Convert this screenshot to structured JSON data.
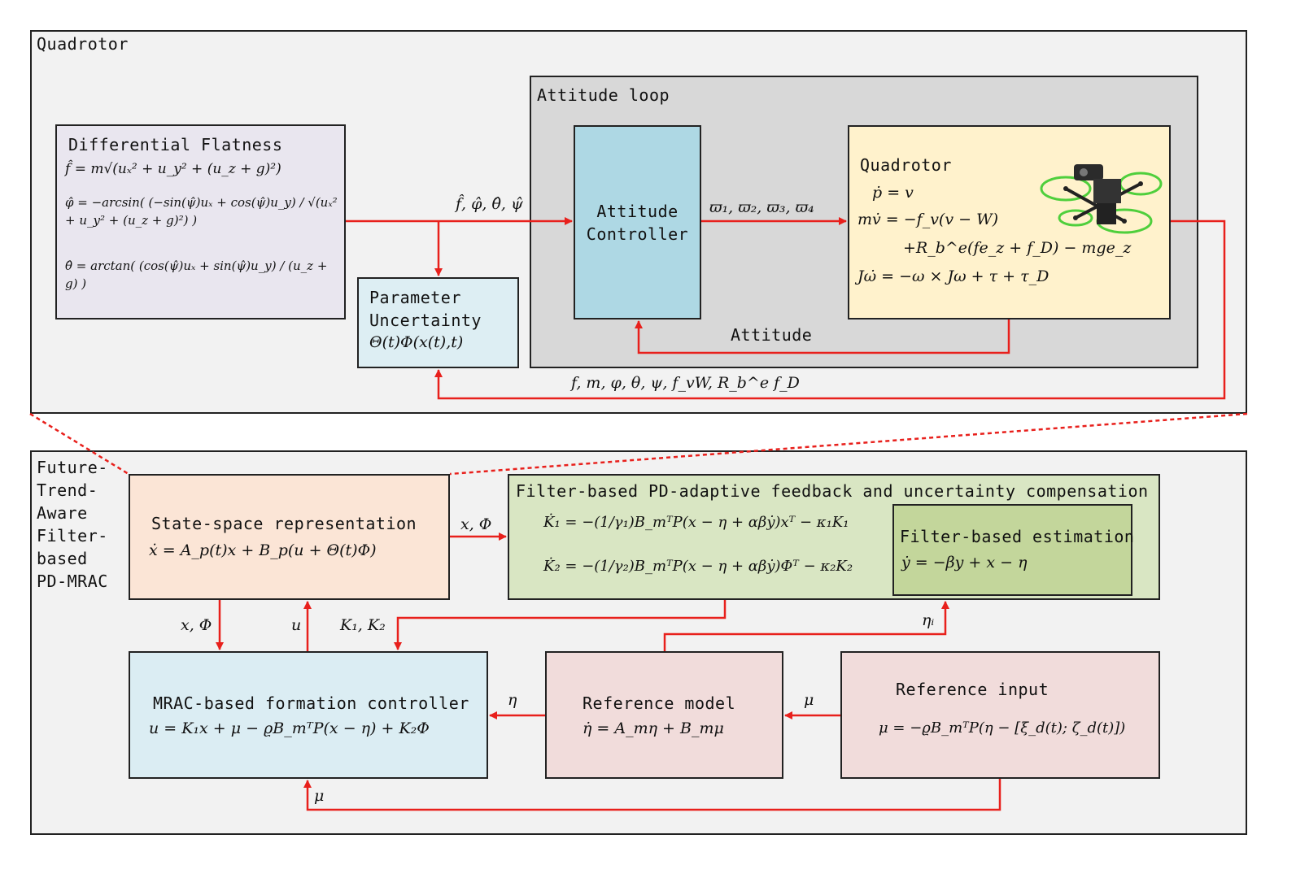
{
  "top_panel": {
    "title": "Quadrotor"
  },
  "flatness": {
    "title": "Differential Flatness",
    "eq_f": "f̂ = m√(uₓ² + u_y² + (u_z + g)²)",
    "eq_phi": "φ̂ = −arcsin( (−sin(ψ̂)uₓ + cos(ψ̂)u_y) / √(uₓ² + u_y² + (u_z + g)²) )",
    "eq_theta": "θ̂ = arctan( (cos(ψ̂)uₓ + sin(ψ̂)u_y) / (u_z + g) )"
  },
  "param_uncertainty": {
    "line1": "Parameter",
    "line2": "Uncertainty",
    "eq": "Θ(t)Φ(x(t),t)"
  },
  "attitude_loop": {
    "title": "Attitude loop"
  },
  "attitude_controller": {
    "line1": "Attitude",
    "line2": "Controller"
  },
  "quadrotor_model": {
    "title": "Quadrotor",
    "eq1": "ṗ = v",
    "eq2": "mv̇ = −f_v(v − W)",
    "eq3": "+R_b^e(fe_z + f_D) − mge_z",
    "eq4": "Jω̇ = −ω × Jω + τ + τ_D",
    "image_icon": "quadrotor-drone-photo"
  },
  "top_labels": {
    "fhat": "f̂, φ̂, θ̂, ψ̂",
    "omega": "ϖ₁, ϖ₂, ϖ₃, ϖ₄",
    "attitude": "Attitude",
    "feedback": "f, m, φ, θ, ψ, f_vW, R_b^e f_D"
  },
  "bottom_panel": {
    "title_lines": [
      "Future-",
      "Trend-",
      "Aware",
      "Filter-",
      "based",
      "PD-MRAC"
    ]
  },
  "state_space": {
    "title": "State-space representation",
    "eq": "ẋ = A_p(t)x + B_p(u + Θ(t)Φ)"
  },
  "filter_pd": {
    "title": "Filter-based PD-adaptive feedback and uncertainty compensation",
    "eq1": "K̇₁ = −(1/γ₁)B_mᵀP(x − η + αβẏ)xᵀ − κ₁K₁",
    "eq2": "K̇₂ = −(1/γ₂)B_mᵀP(x − η + αβẏ)Φᵀ − κ₂K₂"
  },
  "filter_est": {
    "title": "Filter-based estimation",
    "eq": "ẏ = −βy + x − η"
  },
  "mrac": {
    "title": "MRAC-based formation controller",
    "eq": "u = K₁x + μ − ϱB_mᵀP(x − η) + K₂Φ"
  },
  "ref_model": {
    "title": "Reference model",
    "eq": "η̇ = A_mη + B_mμ"
  },
  "ref_input": {
    "title": "Reference input",
    "eq": "μ = −ϱB_mᵀP(η − [ξ_d(t); ζ_d(t)])"
  },
  "bottom_labels": {
    "xphi_right": "x, Φ",
    "xphi_down": "x, Φ",
    "u": "u",
    "k1k2": "K₁, K₂",
    "eta_i": "ηᵢ",
    "eta": "η",
    "mu_mid": "μ",
    "mu_bottom": "μ"
  },
  "colors": {
    "arrow": "#e8201c",
    "panel_bg": "#f2f2f2",
    "attitude_loop_bg": "#d8d8d8",
    "flatness_bg": "#e9e6ef",
    "param_bg": "#ddeef3",
    "controller_bg": "#aed8e4",
    "quad_bg": "#fff2cc",
    "state_bg": "#fbe5d6",
    "filter_pd_bg": "#d9e6c3",
    "filter_est_bg": "#c3d69b",
    "mrac_bg": "#dbedf3",
    "ref_bg": "#f1dcdb"
  }
}
